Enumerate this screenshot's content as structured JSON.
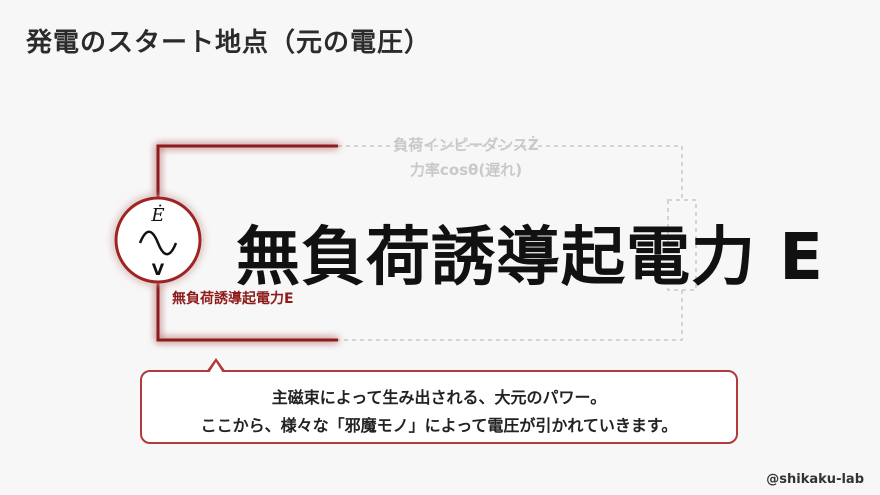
{
  "title": "発電のスタート地点（元の電圧）",
  "load": {
    "line1": "負荷インピーダンスŻ",
    "line2": "力率cosθ(遅れ)"
  },
  "source": {
    "emf_symbol": "Ė",
    "unit": "V",
    "label": "無負荷誘導起電力E",
    "sine_symbol": "sine-wave-icon"
  },
  "headline": "無負荷誘導起電力 E",
  "callout": {
    "line1": "主磁束によって生み出される、大元のパワー。",
    "line2": "ここから、様々な「邪魔モノ」によって電圧が引かれていきます。"
  },
  "watermark": "@shikaku-lab",
  "colors": {
    "accent": "#b23a3a",
    "wire_active": "#8e1a1a",
    "wire_inactive": "#d4d4d4"
  }
}
